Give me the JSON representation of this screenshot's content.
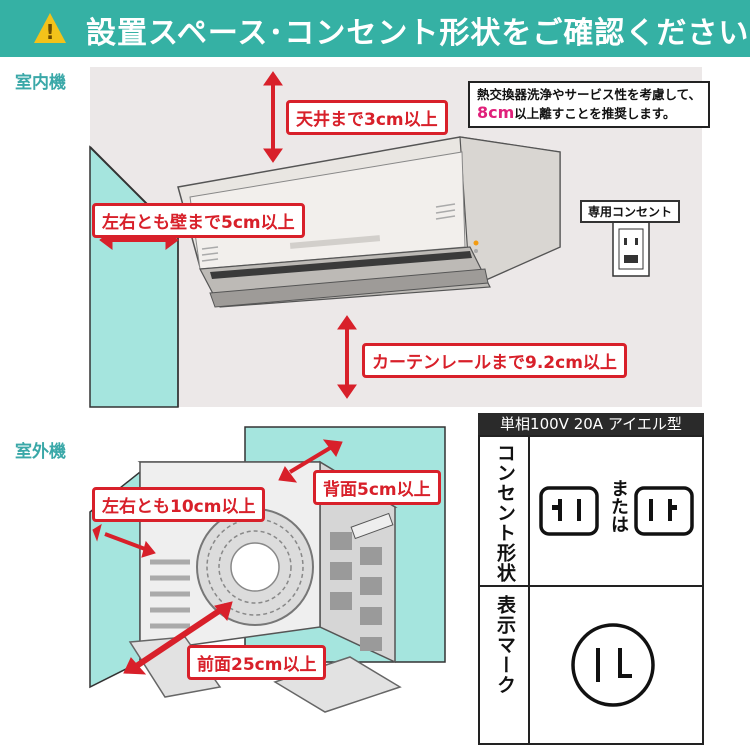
{
  "header": {
    "title": "設置スペース･コンセント形状をご確認ください",
    "warning_icon": "warning-triangle-icon",
    "warning_mark": "!",
    "bg_color": "#35b1a4"
  },
  "indoor": {
    "section_label": "室内機",
    "ceiling_clearance": "天井まで3cm以上",
    "note_line1": "熱交換器洗浄やサービス性を考慮して、",
    "note_highlight": "8cm",
    "note_line2_rest": "以上離すことを推奨します。",
    "side_clearance": "左右とも壁まで5cm以上",
    "curtain_clearance": "カーテンレールまで9.2cm以上",
    "outlet_label": "専用コンセント"
  },
  "outdoor": {
    "section_label": "室外機",
    "back_clearance": "背面5cm以上",
    "side_clearance": "左右とも10cm以上",
    "front_clearance": "前面25cm以上"
  },
  "spec": {
    "title": "単相100V 20A アイエル型",
    "row1_label": "コンセント形状",
    "row1_or": "または",
    "row2_label": "表示マーク"
  },
  "colors": {
    "accent": "#d8202a",
    "teal_wall": "#a5e5de",
    "room_wall": "#ece8e8"
  }
}
